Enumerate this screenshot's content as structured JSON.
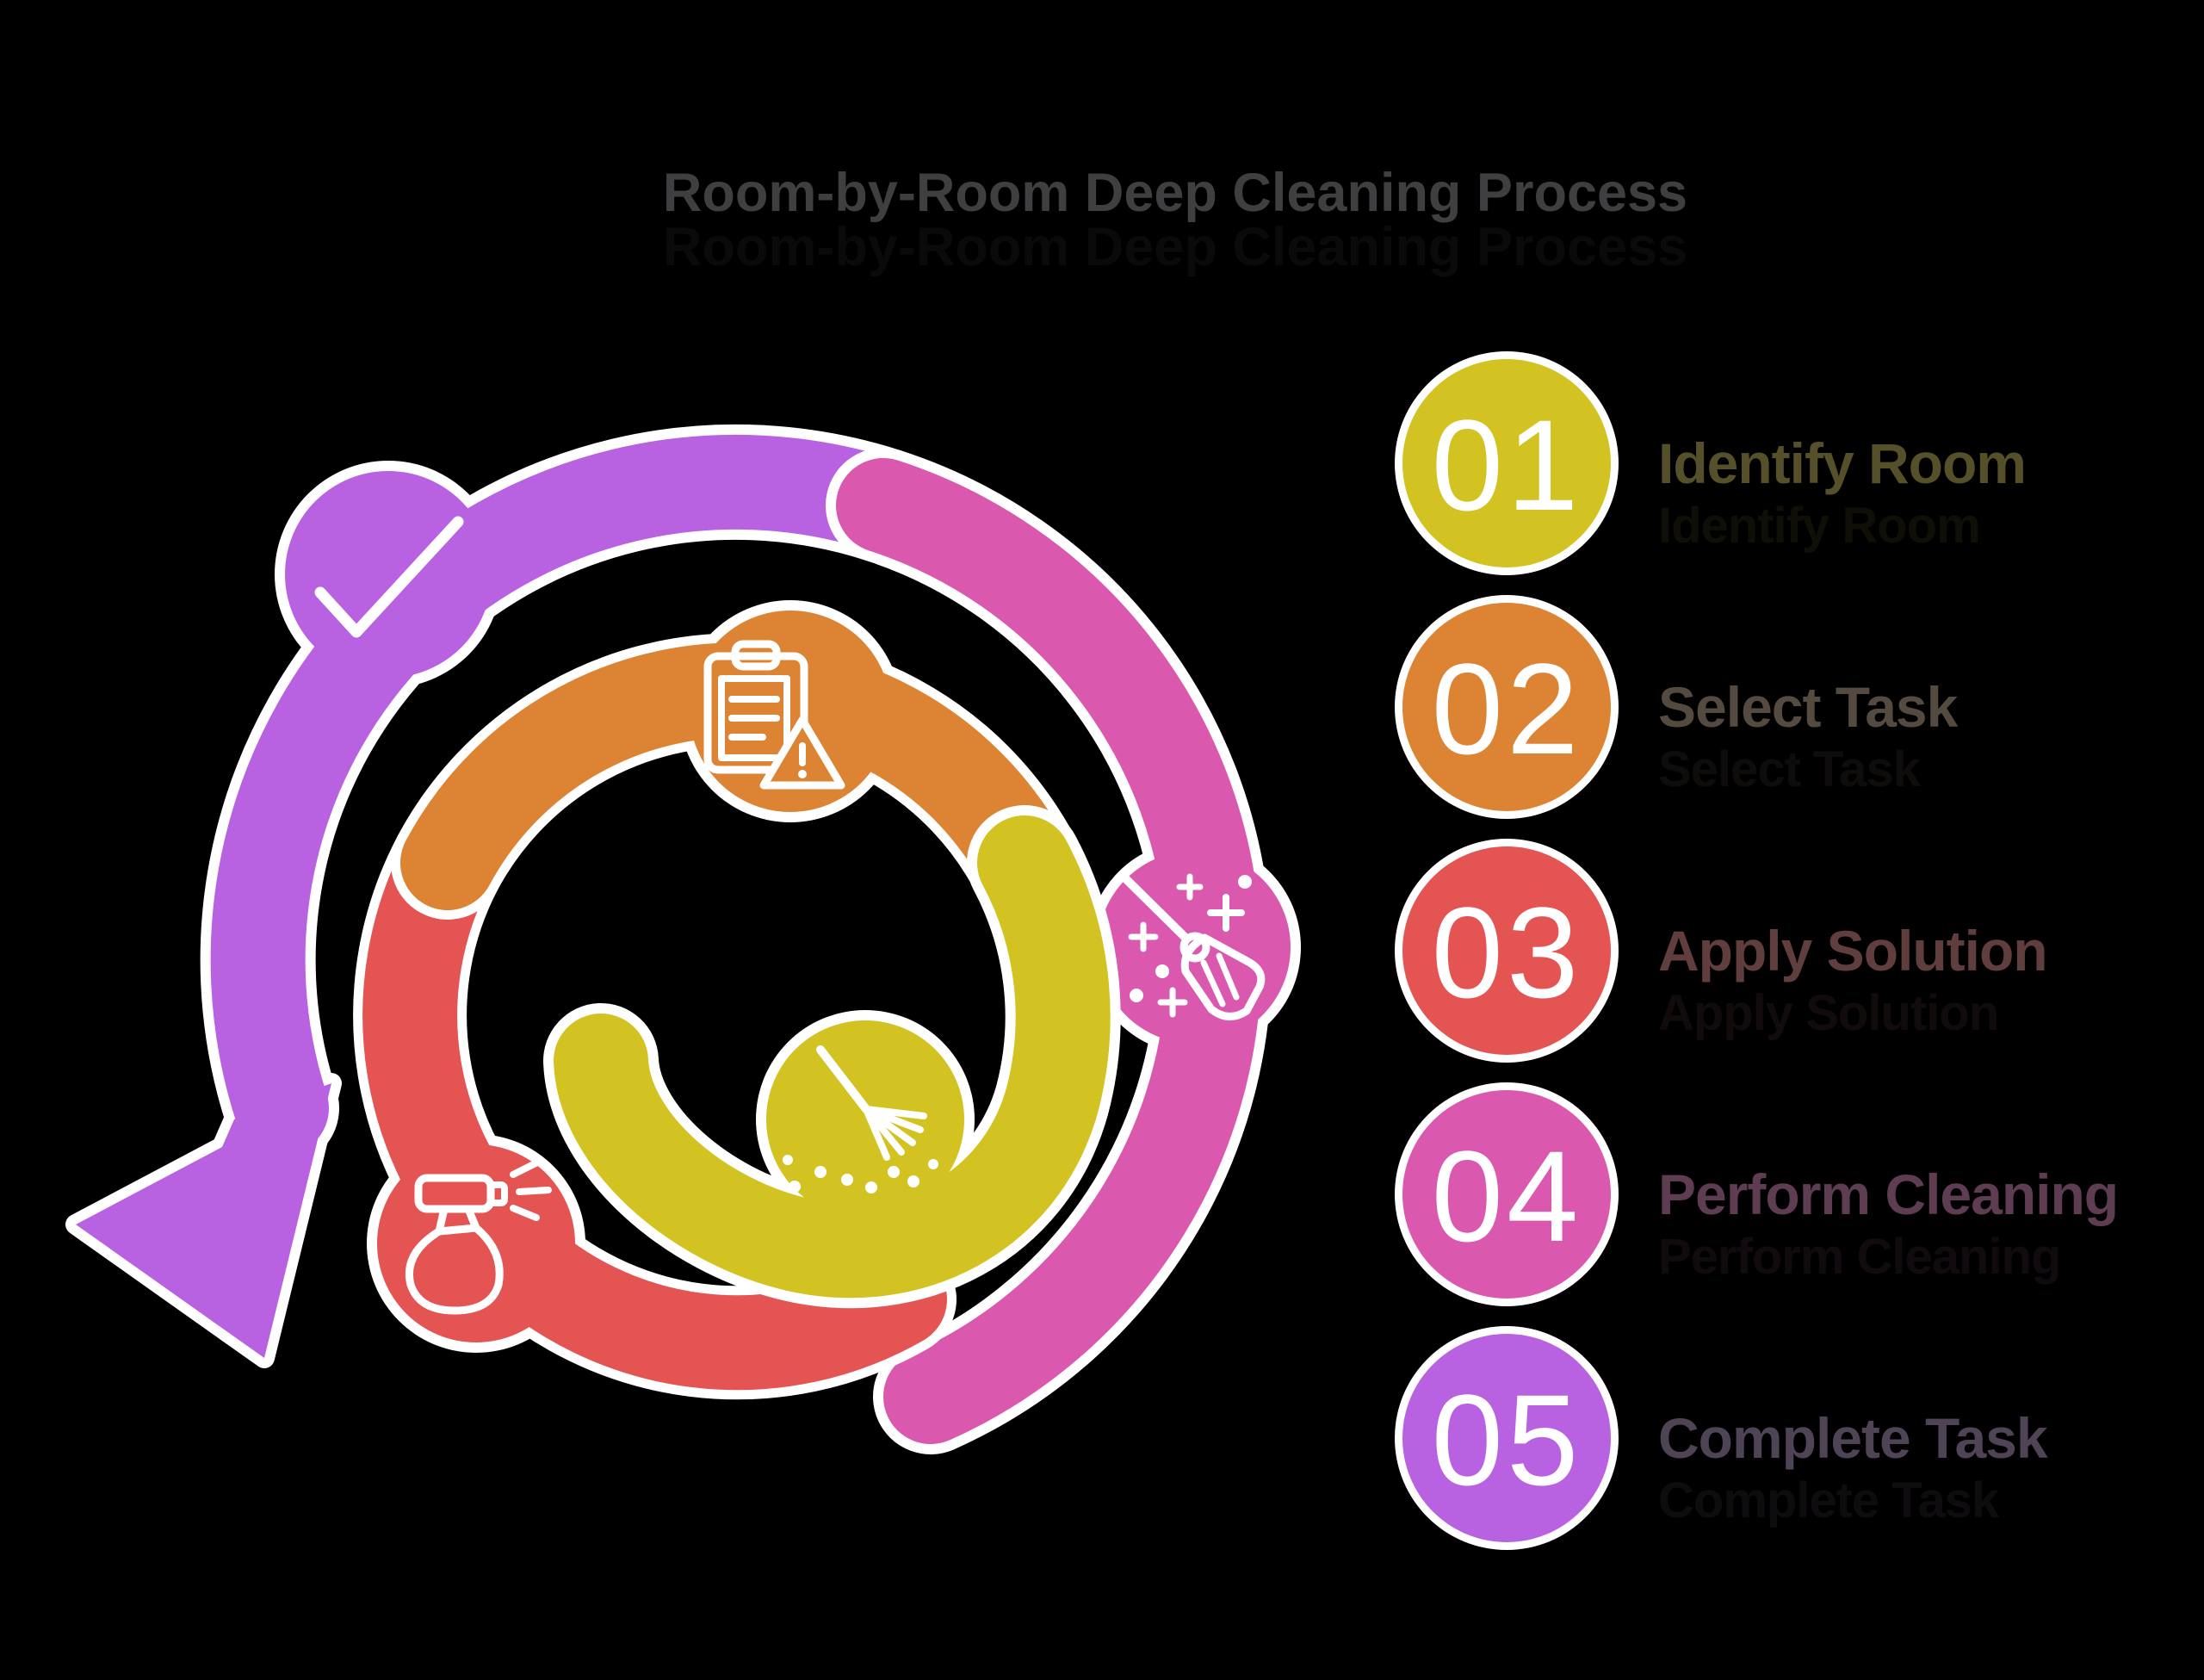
{
  "title": {
    "text": "Room-by-Room Deep Cleaning Process",
    "color": "#3f3f41"
  },
  "background_color": "#000000",
  "outline_color": "#ffffff",
  "steps": [
    {
      "number": "01",
      "label": "Identify Room",
      "color": "#d3c322",
      "label_color": "#55502a",
      "icon": "mop-duster-icon"
    },
    {
      "number": "02",
      "label": "Select Task",
      "color": "#dc8434",
      "label_color": "#544a40",
      "icon": "clipboard-warning-icon"
    },
    {
      "number": "03",
      "label": "Apply Solution",
      "color": "#e45452",
      "label_color": "#613e3e",
      "icon": "spray-bottle-icon"
    },
    {
      "number": "04",
      "label": "Perform Cleaning",
      "color": "#da59ae",
      "label_color": "#5e3c52",
      "icon": "broom-sparkles-icon"
    },
    {
      "number": "05",
      "label": "Complete Task",
      "color": "#b862e2",
      "label_color": "#4e4456",
      "icon": "checkmark-icon"
    }
  ]
}
